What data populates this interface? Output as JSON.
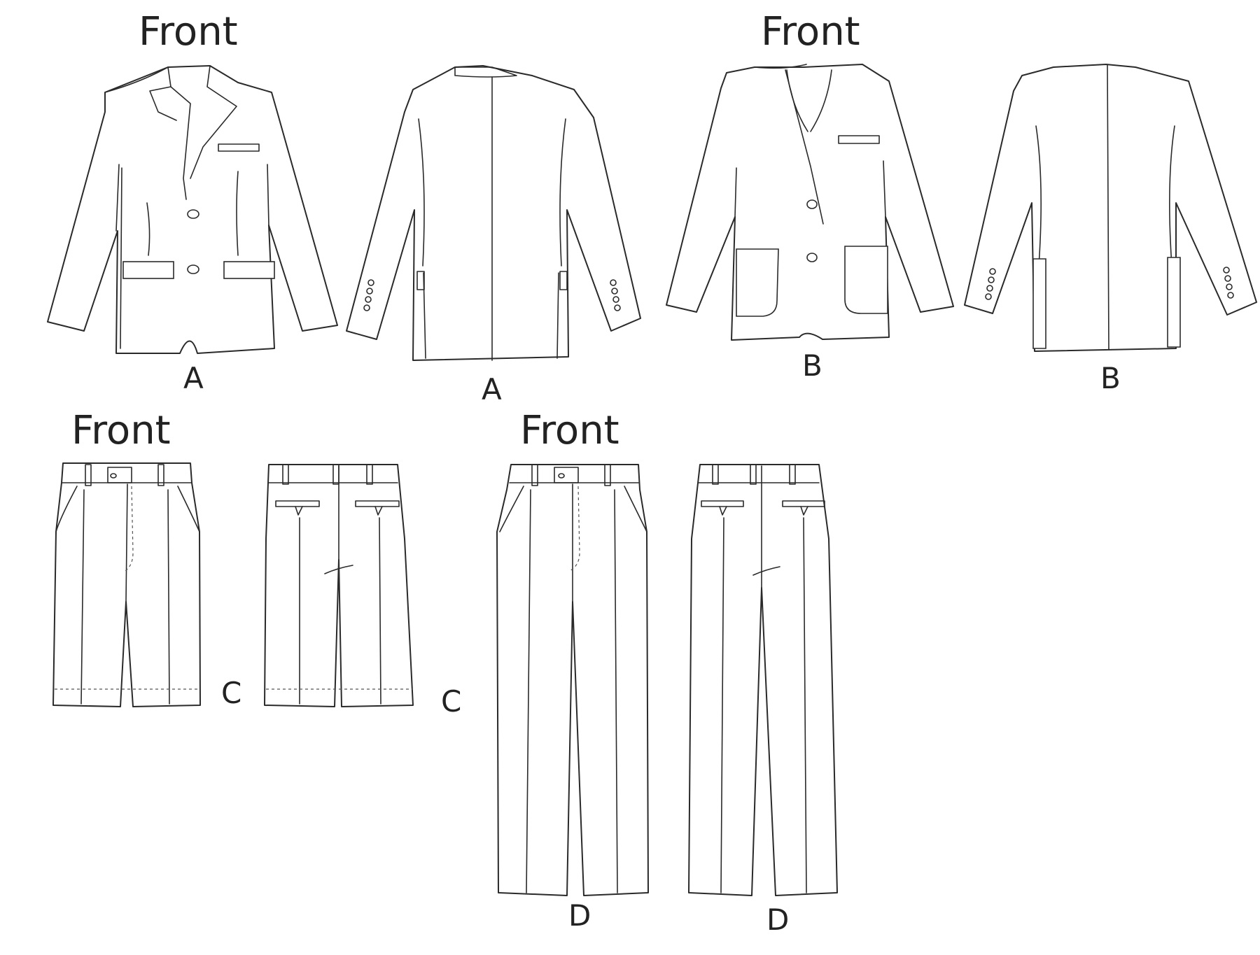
{
  "labels": {
    "front": "Front",
    "view_a": "A",
    "view_b": "B",
    "view_c": "C",
    "view_d": "D"
  },
  "colors": {
    "line": "#2a2a2a",
    "background": "#ffffff"
  }
}
